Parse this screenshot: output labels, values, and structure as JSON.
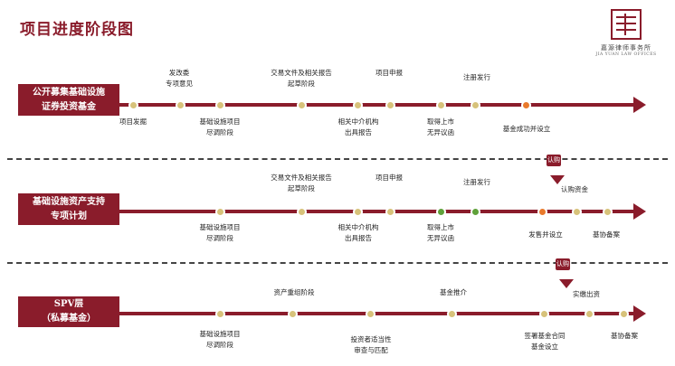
{
  "title": "项目进度阶段图",
  "logo": {
    "cn": "嘉源律师事务所",
    "en": "JIA YUAN LAW OFFICES"
  },
  "colors": {
    "primary": "#8a1c2b",
    "gold": "#d7c27a",
    "green": "#5fa13a",
    "orange": "#e9792b"
  },
  "lane1": {
    "label_line1": "公开募集基础设施",
    "label_line2": "证券投资基金",
    "above": {
      "a": [
        "发改委",
        "专项意见"
      ],
      "b": [
        "交易文件及相关报告",
        "起草阶段"
      ],
      "c": [
        "项目申报"
      ],
      "d": [
        "注册发行"
      ]
    },
    "below": {
      "a": [
        "项目发掘"
      ],
      "b": [
        "基础设施项目",
        "尽调阶段"
      ],
      "c": [
        "相关中介机构",
        "出具报告"
      ],
      "d": [
        "取得上市",
        "无异议函"
      ],
      "e": [
        "基金成功并设立"
      ]
    }
  },
  "lane2": {
    "label_line1": "基础设施资产支持",
    "label_line2": "专项计划",
    "tag": "认购",
    "above": {
      "a": [
        "交易文件及相关报告",
        "起草阶段"
      ],
      "b": [
        "项目申报"
      ],
      "c": [
        "注册发行"
      ],
      "d": [
        "认购资金"
      ]
    },
    "below": {
      "a": [
        "基础设施项目",
        "尽调阶段"
      ],
      "b": [
        "相关中介机构",
        "出具报告"
      ],
      "c": [
        "取得上市",
        "无异议函"
      ],
      "d": [
        "发售并设立"
      ],
      "e": [
        "基协备案"
      ]
    }
  },
  "lane3": {
    "label_line1": "SPV层",
    "label_line2": "（私募基金）",
    "tag": "认购",
    "above": {
      "a": [
        "资产重组阶段"
      ],
      "b": [
        "基金推介"
      ],
      "c": [
        "实缴出资"
      ]
    },
    "below": {
      "a": [
        "基础设施项目",
        "尽调阶段"
      ],
      "b": [
        "投资者适当性",
        "审查与匹配"
      ],
      "c": [
        "签署基金合同",
        "基金设立"
      ],
      "d": [
        "基协备案"
      ]
    }
  }
}
